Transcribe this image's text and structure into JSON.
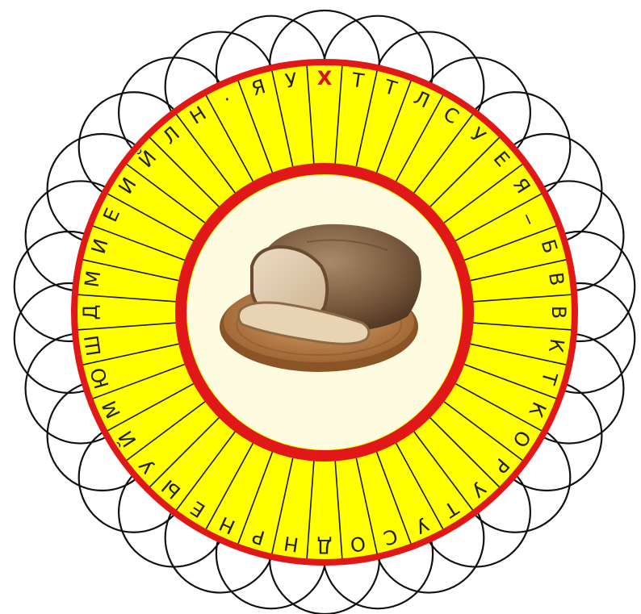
{
  "puzzle": {
    "letters_clockwise_from_top": [
      "Х",
      "Т",
      "Т",
      "Л",
      "С",
      "У",
      "Е",
      "Я",
      "_",
      "Б",
      "В",
      "В",
      "К",
      "Т",
      "К",
      "О",
      "Р",
      "У",
      "Т",
      "У",
      "С",
      "О",
      "Д",
      "Н",
      "Р",
      "Н",
      "Е",
      "Ы",
      "У",
      "Й",
      "М",
      "Ю",
      "Ш",
      "Д",
      "М",
      "И",
      "Е",
      "И",
      "Й",
      "Л",
      "Н",
      "·",
      "Я",
      "У"
    ],
    "highlighted_index": 0,
    "center_image": "bread-loaf-on-wooden-board"
  },
  "colors": {
    "ring_fill": "#ffff00",
    "ring_border": "#e01818",
    "center_fill": "#fdfbe0",
    "highlight_letter": "#d81010",
    "petal_stroke": "#111111"
  }
}
